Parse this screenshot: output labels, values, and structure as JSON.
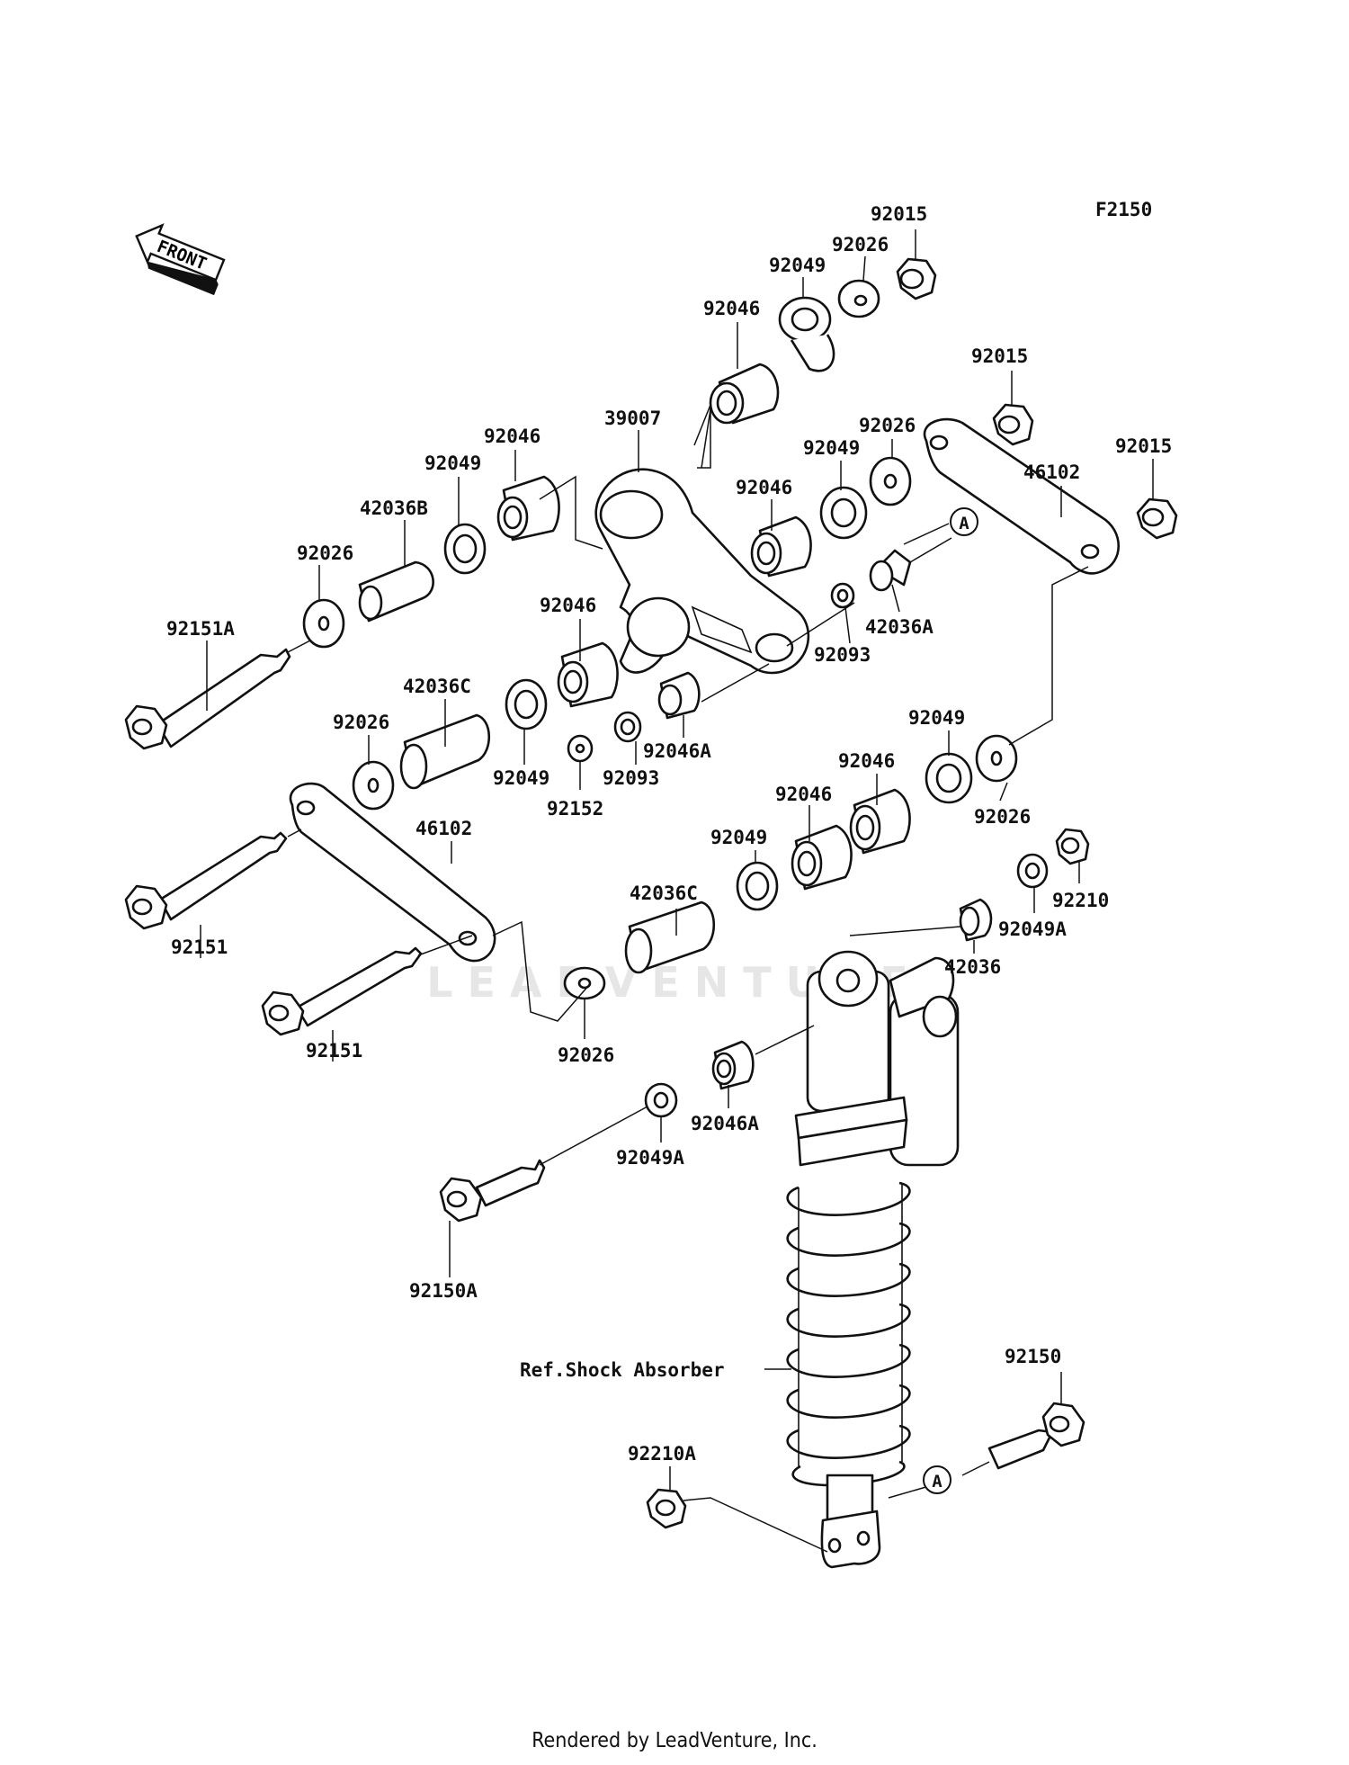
{
  "diagram_code": "F2150",
  "front_label": "FRONT",
  "callout_letter": "A",
  "ref_label": "Ref.Shock Absorber",
  "watermark": "LEADVENTURE",
  "footer": "Rendered by LeadVenture, Inc.",
  "part_labels": [
    "92015",
    "92026",
    "92049",
    "92046",
    "92015",
    "39007",
    "92026",
    "92046",
    "92049",
    "92015",
    "42036B",
    "92049",
    "92046",
    "46102",
    "92026",
    "92151A",
    "42036A",
    "92093",
    "92046",
    "42036C",
    "92026",
    "92049",
    "92152",
    "92093",
    "92046A",
    "92049",
    "92046",
    "92046",
    "92026",
    "46102",
    "92049",
    "92210",
    "42036C",
    "92049A",
    "92151",
    "42036",
    "92151",
    "92026",
    "92046A",
    "92049A",
    "92150A",
    "92150",
    "92210A"
  ]
}
